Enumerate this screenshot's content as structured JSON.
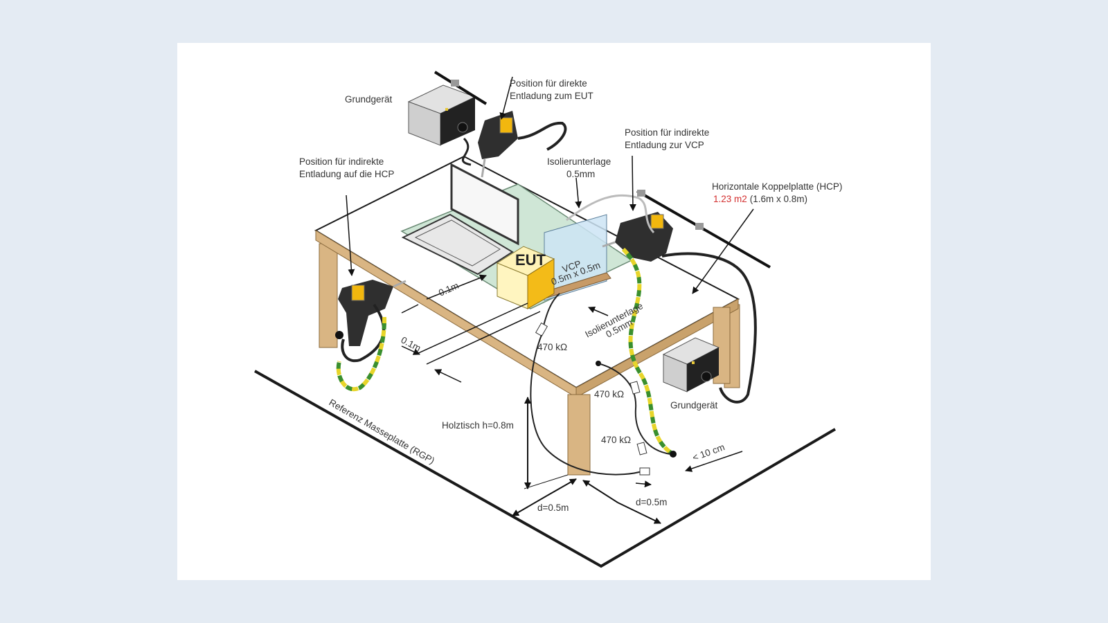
{
  "labels": {
    "grundgeraet_top": "Grundgerät",
    "direct_1": "Position für direkte",
    "direct_2": "Entladung zum EUT",
    "hcp_pos_1": "Position für indirekte",
    "hcp_pos_2": "Entladung auf die HCP",
    "vcp_pos_1": "Position für indirekte",
    "vcp_pos_2": "Entladung zur VCP",
    "iso_top_1": "Isolierunterlage",
    "iso_top_2": "0.5mm",
    "hcp_title": "Horizontale Koppelplatte (HCP)",
    "hcp_area": "1.23 m2",
    "hcp_dims": "(1.6m x 0.8m)",
    "eut": "EUT",
    "vcp_1": "VCP",
    "vcp_2": "0.5m x 0.5m",
    "dist_01a": "0.1m",
    "dist_01b": "0.1m",
    "iso_mid_1": "Isolierunterlage",
    "iso_mid_2": "0.5mm",
    "res_1": "470 kΩ",
    "res_2": "470 kΩ",
    "res_3": "470 kΩ",
    "grundgeraet_right": "Grundgerät",
    "holztisch": "Holztisch h=0.8m",
    "rgp": "Referenz Masseplatte (RGP)",
    "lt10": "< 10 cm",
    "d_left": "d=0.5m",
    "d_right": "d=0.5m"
  },
  "colors": {
    "accent_red": "#d32f2f",
    "wood": "#d9b583",
    "ground_wire_yellow": "#e7d52a",
    "ground_wire_green": "#3a8f2e"
  }
}
